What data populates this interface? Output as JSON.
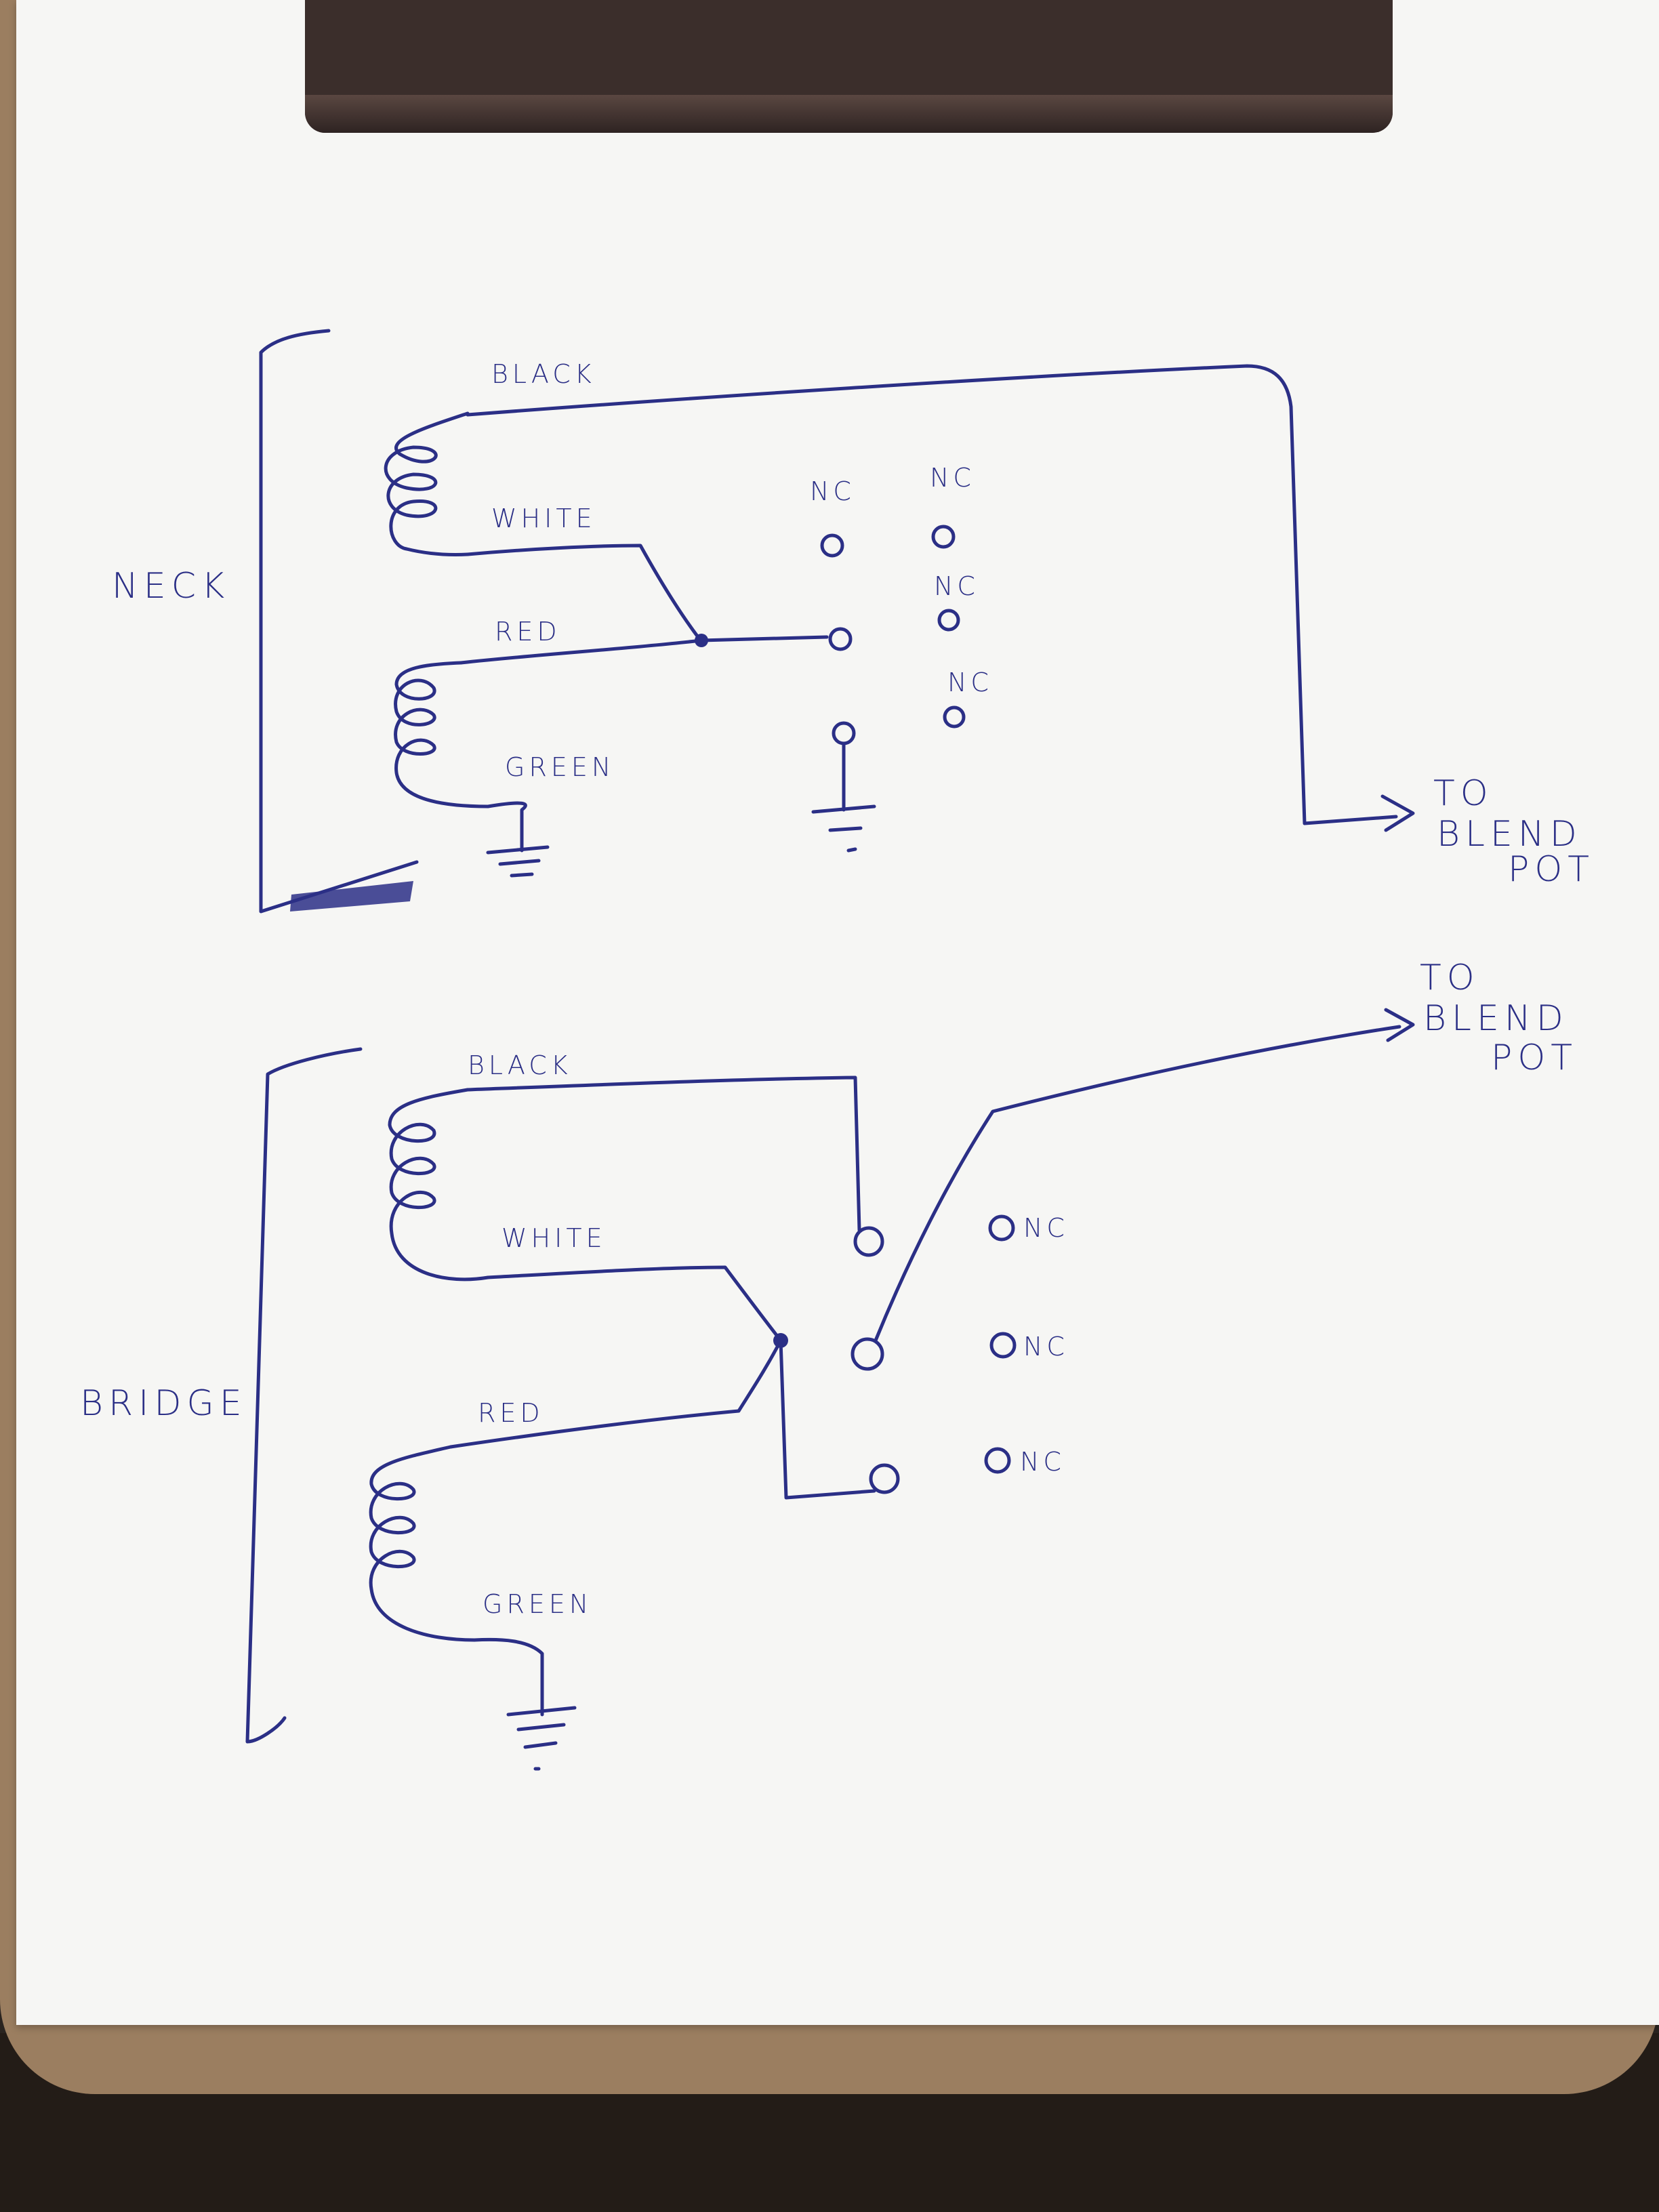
{
  "neck": {
    "label": "NECK",
    "wires": {
      "black": "BLACK",
      "white": "WHITE",
      "red": "RED",
      "green": "GREEN"
    },
    "switch_labels": [
      "NC",
      "NC",
      "NC",
      "NC"
    ],
    "output": {
      "line1": "TO",
      "line2": "BLEND",
      "line3": "POT"
    }
  },
  "bridge": {
    "label": "BRIDGE",
    "wires": {
      "black": "BLACK",
      "white": "WHITE",
      "red": "RED",
      "green": "GREEN"
    },
    "switch_labels": [
      "NC",
      "NC",
      "NC"
    ],
    "output": {
      "line1": "TO",
      "line2": "BLEND",
      "line3": "POT"
    }
  },
  "colors": {
    "ink": "#2b2f86",
    "paper": "#f6f6f4",
    "clipboard": "#9b7e60",
    "clip": "#3b2e2b"
  }
}
